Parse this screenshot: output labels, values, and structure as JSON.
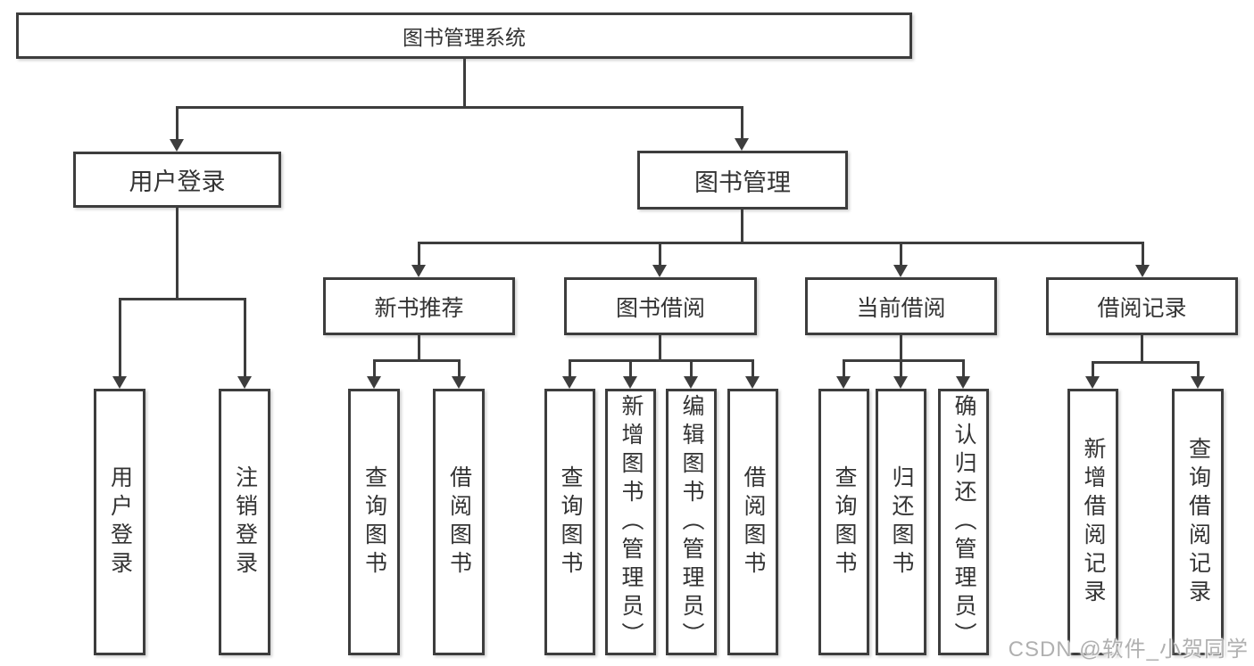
{
  "diagram_title": "图书管理系统",
  "tree": {
    "label": "图书管理系统",
    "children": [
      {
        "label": "用户登录",
        "children": [
          {
            "label": "用户登录"
          },
          {
            "label": "注销登录"
          }
        ]
      },
      {
        "label": "图书管理",
        "children": [
          {
            "label": "新书推荐",
            "children": [
              {
                "label": "查询图书"
              },
              {
                "label": "借阅图书"
              }
            ]
          },
          {
            "label": "图书借阅",
            "children": [
              {
                "label": "查询图书"
              },
              {
                "label": "新增图书（管理员）"
              },
              {
                "label": "编辑图书（管理员）"
              },
              {
                "label": "借阅图书"
              }
            ]
          },
          {
            "label": "当前借阅",
            "children": [
              {
                "label": "查询图书"
              },
              {
                "label": "归还图书"
              },
              {
                "label": "确认归还（管理员）"
              }
            ]
          },
          {
            "label": "借阅记录",
            "children": [
              {
                "label": "新增借阅记录"
              },
              {
                "label": "查询借阅记录"
              }
            ]
          }
        ]
      }
    ]
  },
  "watermark": "CSDN @软件_小贺同学",
  "colors": {
    "line": "#3d3d3d",
    "text": "#333333",
    "watermark": "#b0b0b0",
    "background": "#ffffff"
  }
}
